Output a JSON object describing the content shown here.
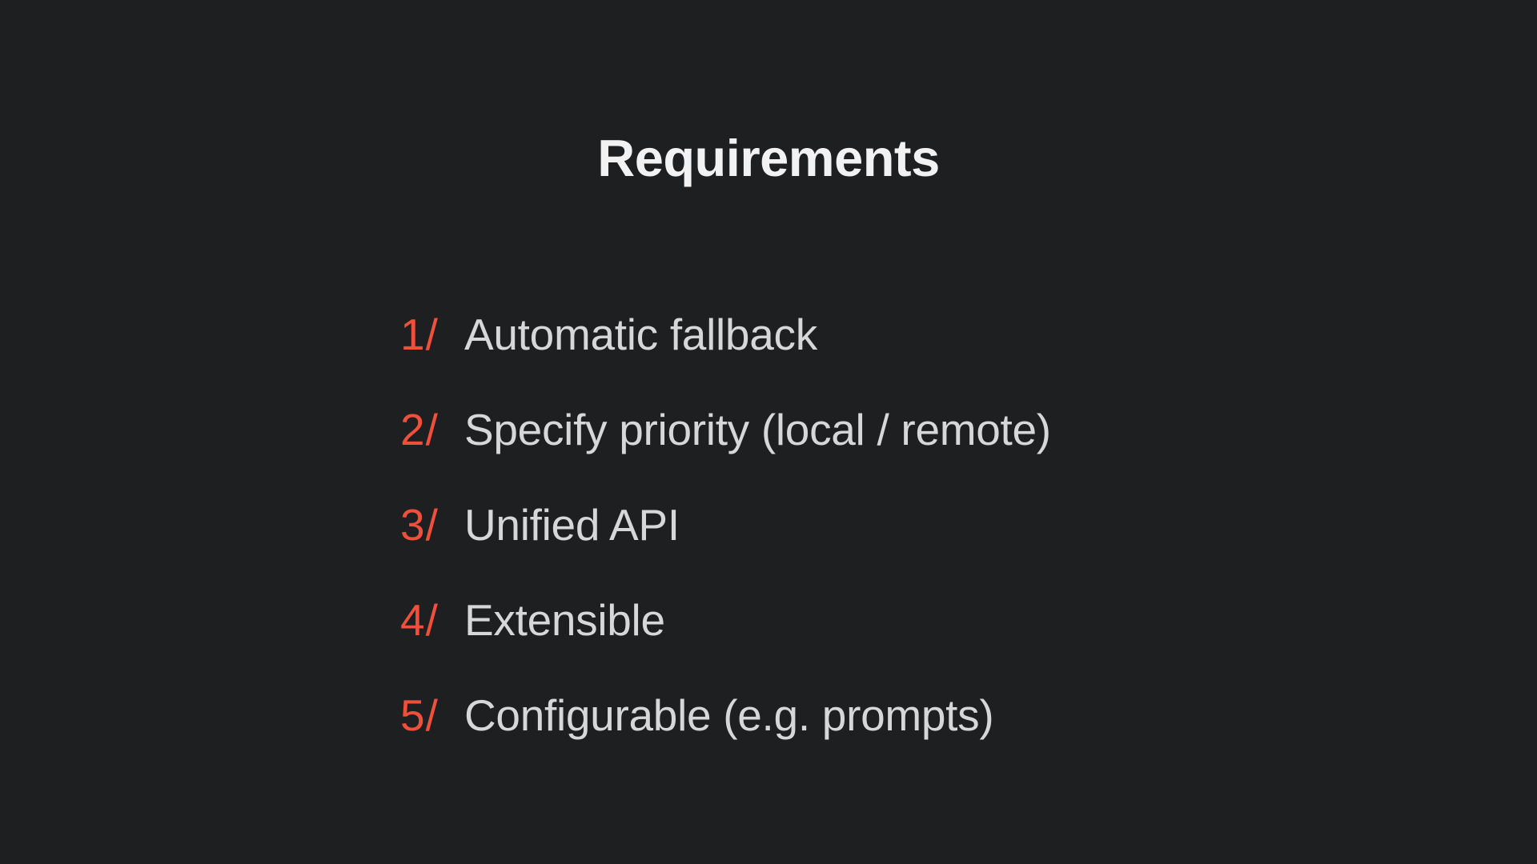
{
  "slide": {
    "title": "Requirements",
    "items": [
      {
        "number": "1/",
        "label": "Automatic fallback"
      },
      {
        "number": "2/",
        "label": "Specify priority (local / remote)"
      },
      {
        "number": "3/",
        "label": "Unified API"
      },
      {
        "number": "4/",
        "label": "Extensible"
      },
      {
        "number": "5/",
        "label": "Configurable (e.g. prompts)"
      }
    ],
    "colors": {
      "background": "#1E1F21",
      "title": "#F2F2F3",
      "item_text": "#D6D7D9",
      "accent": "#F0503B"
    }
  }
}
